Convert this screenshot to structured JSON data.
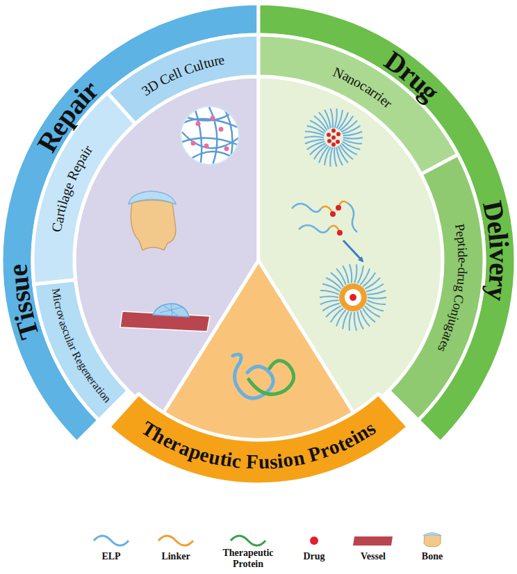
{
  "diagram": {
    "nodes": [
      {
        "text": [
          "Tissue Repair"
        ]
      },
      {
        "text": [
          "3D Cell Culture"
        ],
        "in": 0
      },
      {
        "text": [
          "Cartilage Repair"
        ],
        "in": 0
      },
      {
        "text": [
          "Microvascular Regeneration"
        ],
        "in": 0
      },
      {
        "text": [
          "Drug Delivery"
        ]
      },
      {
        "text": [
          "Nanocarrier"
        ],
        "in": 4
      },
      {
        "text": [
          "Peptide-drug Conjugates"
        ],
        "in": 4
      },
      {
        "text": [
          "Therapeutic Fusion Proteins"
        ]
      }
    ],
    "legend": [
      {
        "text": "ELP"
      },
      {
        "text": "Linker"
      },
      {
        "text": "Therapeutic Protein"
      },
      {
        "text": "Drug"
      },
      {
        "text": "Vessel"
      },
      {
        "text": "Bone"
      }
    ]
  }
}
